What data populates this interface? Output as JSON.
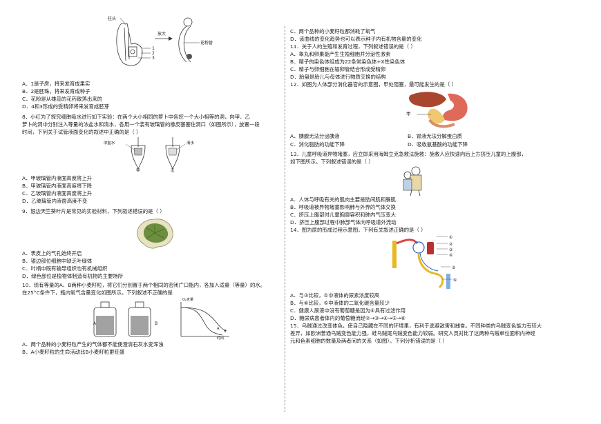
{
  "left": {
    "fig1_labels": {
      "a": "柱头",
      "b": "放大",
      "c": "花粉管",
      "n1": "1",
      "n2": "2",
      "n3": "3"
    },
    "q_prev_opts": [
      "A．1是子房，将来发育成果实",
      "B．2是胚珠，将来发育成种子",
      "C．花粉是从雄蕊的花药散落出来的",
      "D．4和3形成的受精卵将来发育成胚芽"
    ],
    "q8": [
      "8．小红为了探究细胞吸水进行如下实验：在两个大小相同的萝卜中各挖一个大小相等的洞，向甲、乙",
      "萝卜的洞中分别注入等量的浓盐水和清水，各用一个装有玻璃管的橡皮塞塞住洞口（如图所示），放置一段",
      "时间，下列关于试管液面变化的叙述中正确的是（     ）"
    ],
    "q8_fig": {
      "a": "浓盐水",
      "b": "清水",
      "c": "甲",
      "d": "乙"
    },
    "q8_opts": [
      "A．甲玻璃管内液面高度将上升",
      "B．甲玻璃管内液面高度将下降",
      "C．乙玻璃管内液面高度将上升",
      "D．乙玻璃管内液面高度不变"
    ],
    "q9": "9．银边天竺葵叶片是常见的实验材料，下列叙述错误的是（     ）",
    "q9_opts": [
      "A．表皮上的气孔始终开启",
      "B．银边部位细胞中缺乏叶绿体",
      "C．叶柄中既有输导组织也有机械组织",
      "D．绿色部位是植物体制造有机物的主要场所"
    ],
    "q10": [
      "10．现有等量的A、B两种小麦籽粒，将它们分别置于两个相同的密闭广口瓶内，各加入适量（等量）的水。",
      "在25°C条件下，瓶内氧气含量变化如图所示。下列叙述不正确的是"
    ],
    "q10_fig": {
      "a": "A",
      "b": "B",
      "ylabel": "O₂含量",
      "xlabel": "时间",
      "la": "A",
      "lb": "B"
    },
    "q10_opts": [
      "A．两个品种的小麦籽粒产生的气体都不能使澄清石灰水变浑浊",
      "B．A小麦籽粒的生命活动比B小麦籽粒更旺盛"
    ]
  },
  "right": {
    "q10_cont": [
      "C．两个品种的小麦籽粒都消耗了氧气",
      "D．该曲线的变化趋势也可以表示种子内有机物含量的变化"
    ],
    "q11": "11．关于人的生殖和发育过程，下列叙述错误的是（     ）",
    "q11_opts": [
      "A．睾丸和卵巢能产生生殖细胞并分泌性激素",
      "B．精子的染色体组成为22条常染色体+X性染色体",
      "C．精子与卵细胞在输卵管结合形成受精卵",
      "D．胎盘是胎儿与母体进行物质交换的结构"
    ],
    "q12": "12．如图为人体部分消化器官的示意图，甲处阻塞，最可能发生的是（     ）",
    "q12_fig": {
      "a": "甲"
    },
    "q12_opts": [
      "A．胰腺无法分泌胰液",
      "B．胃液无法分解蛋白质",
      "C．消化脂肪的功能下降",
      "D．吸收氨基酸的功能下降"
    ],
    "q13": [
      "13．儿童呼吸道异物堵塞，应立即采用海姆立克急救法施救：施救人应快速向后上方挤压儿童的上腹部，",
      "如下图所示。下列叙述错误的是（     ）"
    ],
    "q13_opts": [
      "A．人体与呼吸有关的肌肉主要是肋间肌和膈肌",
      "B．呼吸道被异物堵塞影响肺与外界的气体交换",
      "C．挤压上腹部时儿童胸廓容积和肺内气压变大",
      "D．挤压上腹部过程中肺部气体向呼吸道外流动"
    ],
    "q14": "14．图为尿的形成过程示意图，下列有关叙述正确的是（     ）",
    "q14_fig": {
      "n1": "①",
      "n2": "②",
      "n3": "③",
      "n4": "④",
      "n5": "⑤",
      "n6": "⑥"
    },
    "q14_opts": [
      "A．与③比较，①中液体的尿素浓度较高",
      "B．与⑥比较，⑤中液体的二氧化碳含量较少",
      "C．健康人尿液中没有葡萄糖是因为④具有过滤作用",
      "D．糖尿病患者体内的葡萄糖流经②→③→④→⑤→⑥"
    ],
    "q15": [
      "15．乌贼通过改变体色，使自己隐藏在不同的环境里，有利于逃避敌害和捕食。不同种类的乌贼变色能力有较大",
      "差异，如欧洲普通乌贼变色能力强，蛙乌贼尾乌贼变色能力较弱。研究人员对比了这两种乌贼单位面积内神经",
      "元和色素细胞的数量及两者间的关系（如图）。下列分析错误的是（     ）"
    ]
  }
}
